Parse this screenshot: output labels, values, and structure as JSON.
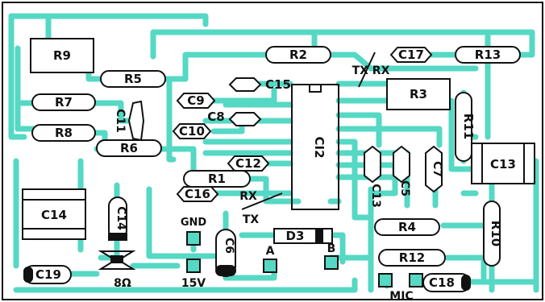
{
  "labels": {
    "r9": "R9",
    "r2": "R2",
    "r13": "R13",
    "r5": "R5",
    "r7": "R7",
    "r8": "R8",
    "r6": "R6",
    "r1": "R1",
    "r4": "R4",
    "r12": "R12",
    "r3": "R3",
    "r11": "R11",
    "r10": "R10",
    "c9": "C9",
    "c10": "C10",
    "c8": "C8",
    "c15": "C15",
    "c12": "C12",
    "c16": "C16",
    "c17": "C17",
    "c13": "C13",
    "c14": "C14",
    "c19": "C19",
    "c18": "C18",
    "c11": "C11",
    "c3": "C13",
    "c5": "C5",
    "c7": "C7",
    "c4": "C14",
    "c6": "C6",
    "ic2": "CI2",
    "d3": "D3",
    "tx_rx": "TX RX",
    "rx": "RX",
    "tx": "TX",
    "gnd": "GND",
    "v15": "15V",
    "a": "A",
    "b": "B",
    "mic": "MIC",
    "speaker": "8Ω"
  }
}
